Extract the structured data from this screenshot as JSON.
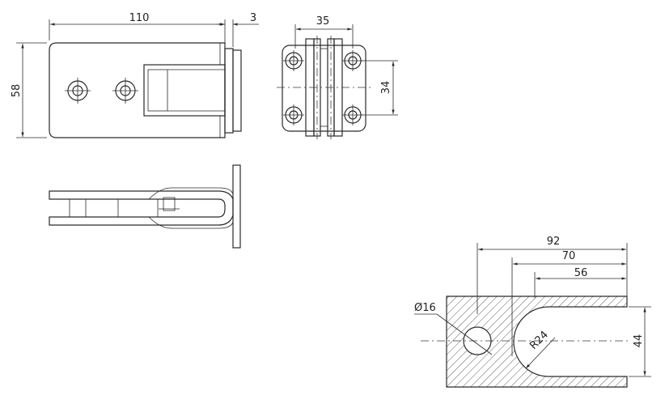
{
  "dimensions": {
    "body_length": "110",
    "plate_thickness": "3",
    "body_height": "58",
    "side_width": "35",
    "hole_spacing": "34",
    "slot_total": "92",
    "slot_mid": "70",
    "slot_short": "56",
    "slot_width": "44",
    "hole_diameter": "Ø16",
    "slot_radius": "R24"
  }
}
